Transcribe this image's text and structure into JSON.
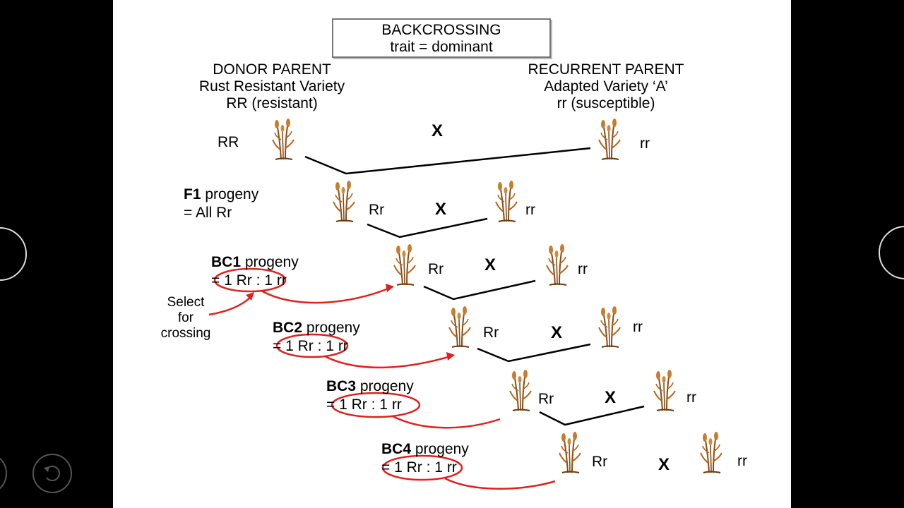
{
  "title": {
    "line1": "BACKCROSSING",
    "line2": "trait = dominant"
  },
  "donor": {
    "heading": "DONOR PARENT",
    "variety": "Rust Resistant Variety",
    "genotype": "RR (resistant)"
  },
  "recurrent": {
    "heading": "RECURRENT PARENT",
    "variety": "Adapted Variety ‘A’",
    "genotype": "rr (susceptible)"
  },
  "parents_row": {
    "left": "RR",
    "cross": "X",
    "right": "rr"
  },
  "f1": {
    "bold": "F1",
    "label": " progeny",
    "line2": "= All Rr",
    "geno": "Rr",
    "cross": "X",
    "recurrent": "rr"
  },
  "generations": [
    {
      "bold": "BC1",
      "label": " progeny",
      "ratio_prefix": "= ",
      "selected": "1 Rr",
      "ratio_rest": " : 1 rr",
      "geno": "Rr",
      "cross": "X",
      "recurrent": "rr"
    },
    {
      "bold": "BC2",
      "label": " progeny",
      "ratio_prefix": "= ",
      "selected": "1 Rr",
      "ratio_rest": " : 1 rr",
      "geno": "Rr",
      "cross": "X",
      "recurrent": "rr"
    },
    {
      "bold": "BC3",
      "label": " progeny",
      "ratio_prefix": "= ",
      "selected": "1 Rr",
      "ratio_rest": " : 1 rr",
      "geno": "Rr",
      "cross": "X",
      "recurrent": "rr"
    },
    {
      "bold": "BC4",
      "label": " progeny",
      "ratio_prefix": "= ",
      "selected": "1 Rr",
      "ratio_rest": " : 1 rr",
      "geno": "Rr",
      "cross": "X",
      "recurrent": "rr"
    }
  ],
  "select_note": {
    "line1": "Select",
    "line2": "for",
    "line3": "crossing"
  },
  "colors": {
    "annotation": "#e0211c",
    "plant": "#b5651d",
    "line": "#000000"
  },
  "icons": [
    "wheat-plant-icon",
    "chevron-left-icon",
    "chevron-right-icon",
    "back-icon"
  ]
}
